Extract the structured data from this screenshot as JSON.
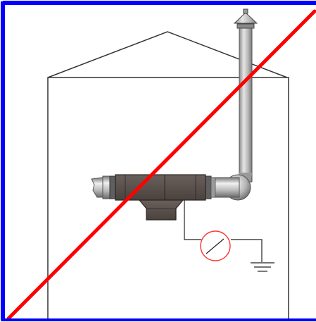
{
  "colors": {
    "frame": "#0000ff",
    "outline": "#333333",
    "building_fill": "#ffffff",
    "pipe_light": "#d9d9d9",
    "pipe_mid": "#a9a9a9",
    "pipe_dark": "#6e6e6e",
    "fitting_dark": "#5a524e",
    "fitting_outline": "#2b2623",
    "cancel_slash": "#ff0000",
    "gauge_ring": "#ff3a3a",
    "ground_wire": "#222222"
  },
  "icons": {
    "frame": "blue-border-frame",
    "building": "building-outline",
    "vent_cap": "vent-cap-icon",
    "vent_pipe": "vertical-vent-pipe",
    "horizontal_pipe": "horizontal-pipe",
    "tee_fitting": "tee-fitting-icon",
    "gauge": "gauge-icon",
    "ground": "electrical-ground-icon",
    "slash": "cancel-slash-icon"
  }
}
